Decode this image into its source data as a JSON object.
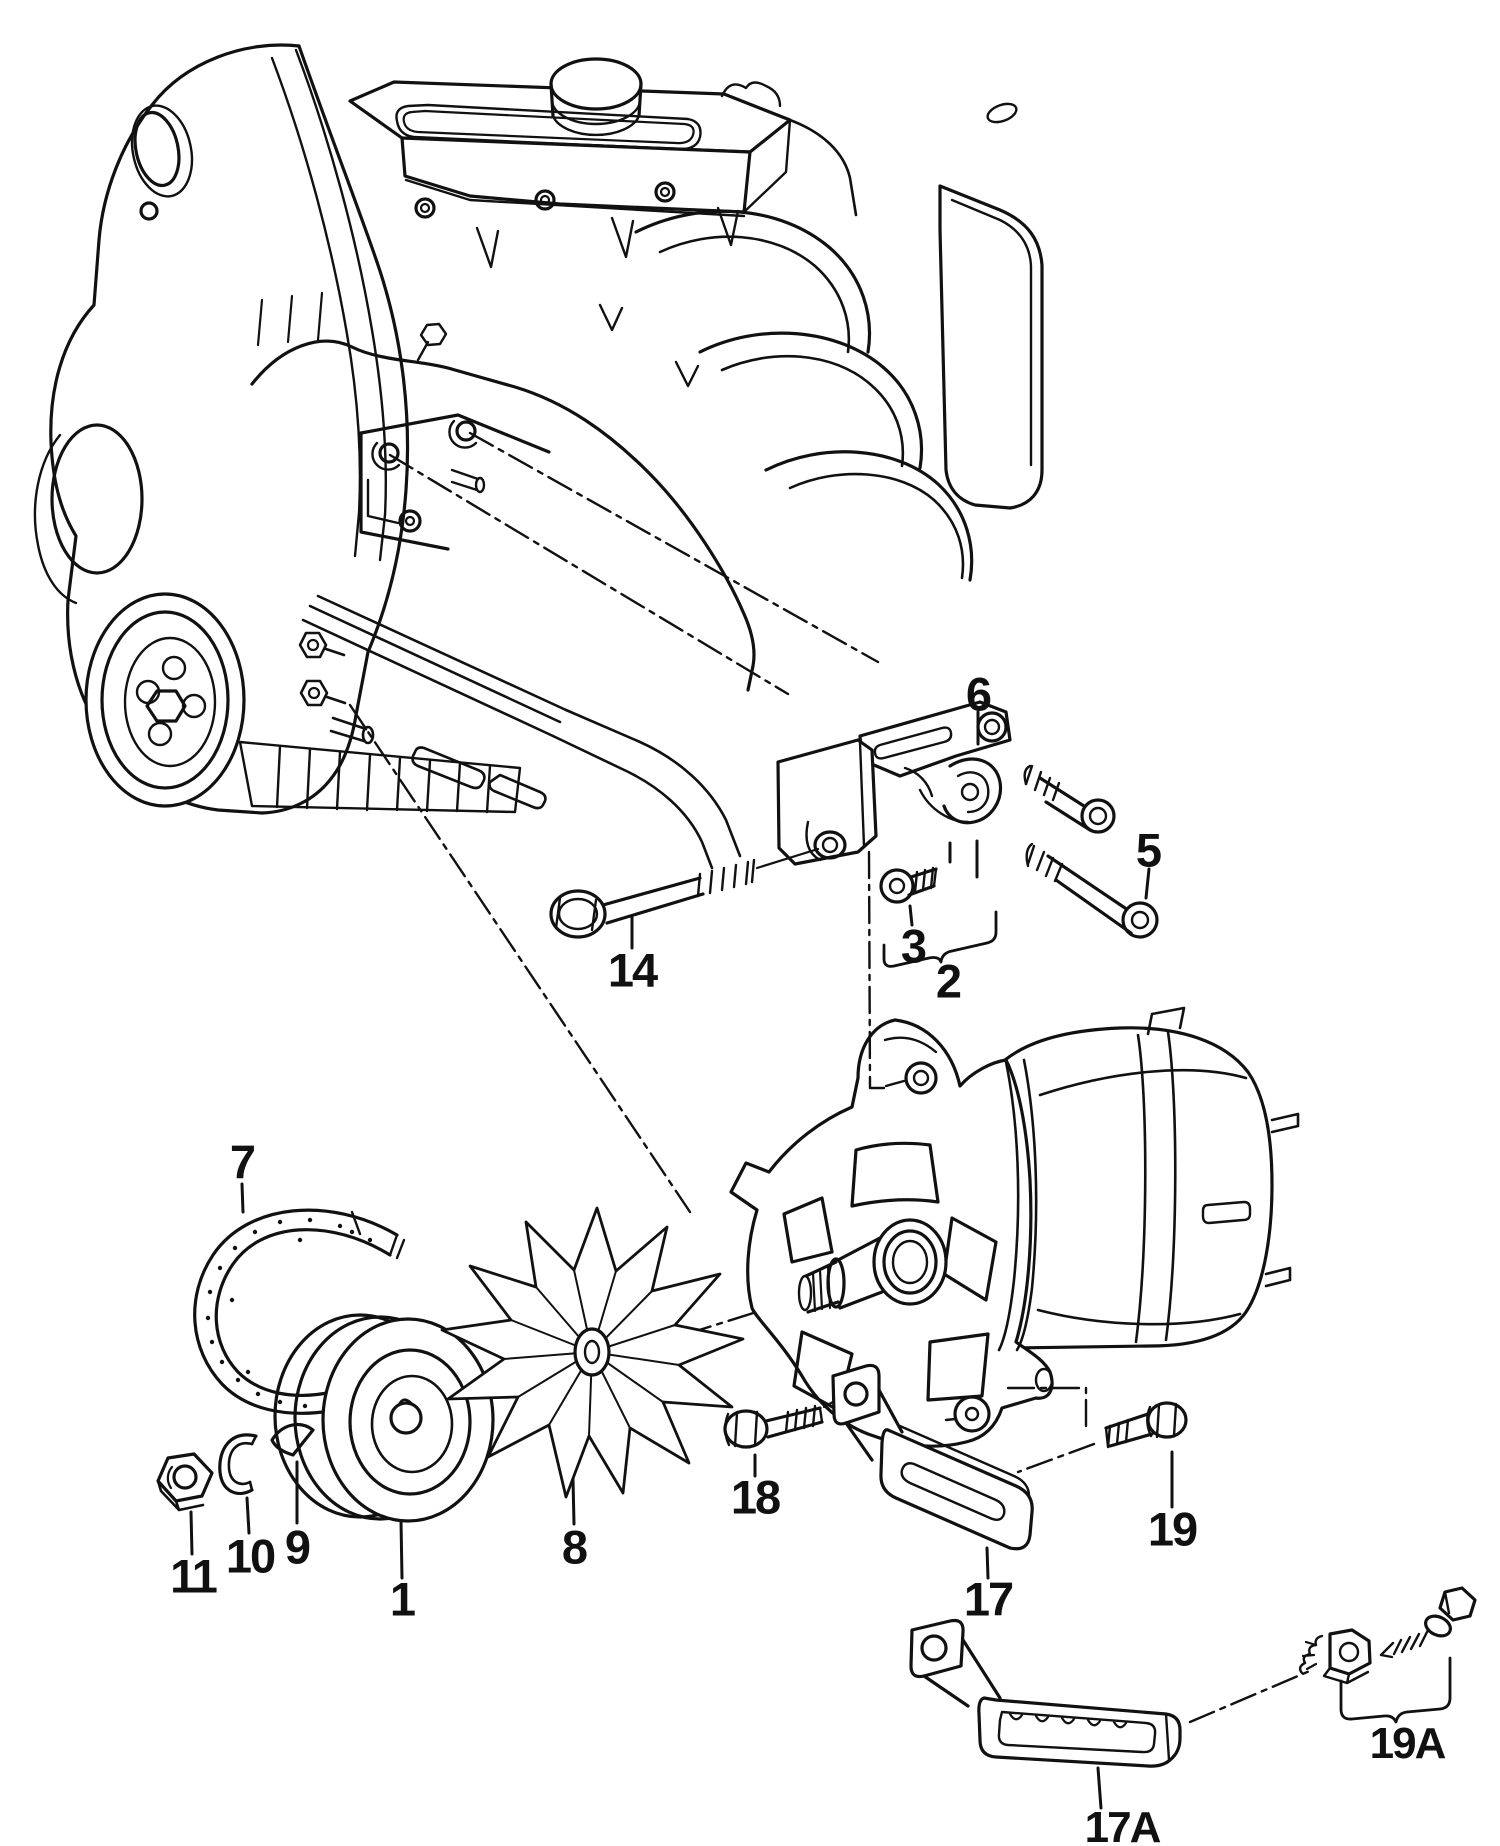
{
  "diagram": {
    "background_color": "#ffffff",
    "line_color": "#111111",
    "callouts": [
      {
        "label": "1"
      },
      {
        "label": "2"
      },
      {
        "label": "3"
      },
      {
        "label": "5"
      },
      {
        "label": "6"
      },
      {
        "label": "7"
      },
      {
        "label": "8"
      },
      {
        "label": "9"
      },
      {
        "label": "10"
      },
      {
        "label": "11"
      },
      {
        "label": "14"
      },
      {
        "label": "17"
      },
      {
        "label": "17A"
      },
      {
        "label": "18"
      },
      {
        "label": "19"
      },
      {
        "label": "19A"
      }
    ]
  }
}
